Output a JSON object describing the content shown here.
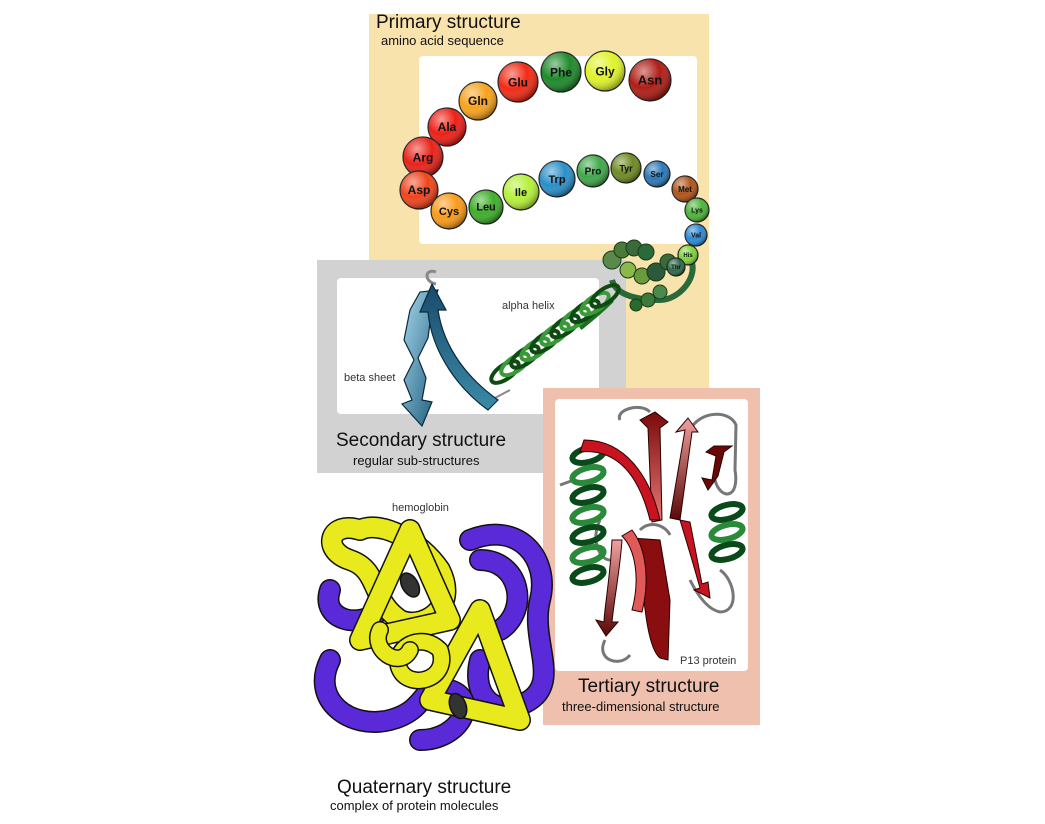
{
  "primary": {
    "title": "Primary structure",
    "subtitle": "amino acid sequence"
  },
  "secondary": {
    "title": "Secondary structure",
    "subtitle": "regular sub-structures",
    "alpha_label": "alpha helix",
    "beta_label": "beta sheet"
  },
  "tertiary": {
    "title": "Tertiary structure",
    "subtitle": "three-dimensional structure",
    "protein_label": "P13 protein"
  },
  "quaternary": {
    "title": "Quaternary structure",
    "subtitle": "complex of protein molecules",
    "protein_label": "hemoglobin"
  },
  "residues": [
    {
      "name": "Asn",
      "color": "#b01d16"
    },
    {
      "name": "Gly",
      "color": "#dff22a"
    },
    {
      "name": "Phe",
      "color": "#1e8a2a"
    },
    {
      "name": "Glu",
      "color": "#f22a16"
    },
    {
      "name": "Gln",
      "color": "#f7a21d"
    },
    {
      "name": "Ala",
      "color": "#ee1f16"
    },
    {
      "name": "Arg",
      "color": "#e8221a"
    },
    {
      "name": "Asp",
      "color": "#f0441c"
    },
    {
      "name": "Cys",
      "color": "#f99a1a"
    },
    {
      "name": "Leu",
      "color": "#3fae2a"
    },
    {
      "name": "Ile",
      "color": "#b5f03a"
    },
    {
      "name": "Trp",
      "color": "#2a8fc9"
    },
    {
      "name": "Pro",
      "color": "#3fa84a"
    },
    {
      "name": "Tyr",
      "color": "#6e8a22"
    },
    {
      "name": "Ser",
      "color": "#2a78b8"
    },
    {
      "name": "Met",
      "color": "#b0541a"
    },
    {
      "name": "Lys",
      "color": "#4cb43a"
    },
    {
      "name": "Val",
      "color": "#2a8ad6"
    },
    {
      "name": "His",
      "color": "#7fd43a"
    },
    {
      "name": "Thr",
      "color": "#2a6a4a"
    }
  ],
  "colors": {
    "primary_bg": "#f8e3ac",
    "secondary_bg": "#d2d2d2",
    "tertiary_bg": "#efc0ad",
    "hemoglobin_a": "#e8ea1e",
    "hemoglobin_b": "#5a2ad8",
    "helix_green": "#1e6e22",
    "sheet_red": "#c8141e"
  }
}
